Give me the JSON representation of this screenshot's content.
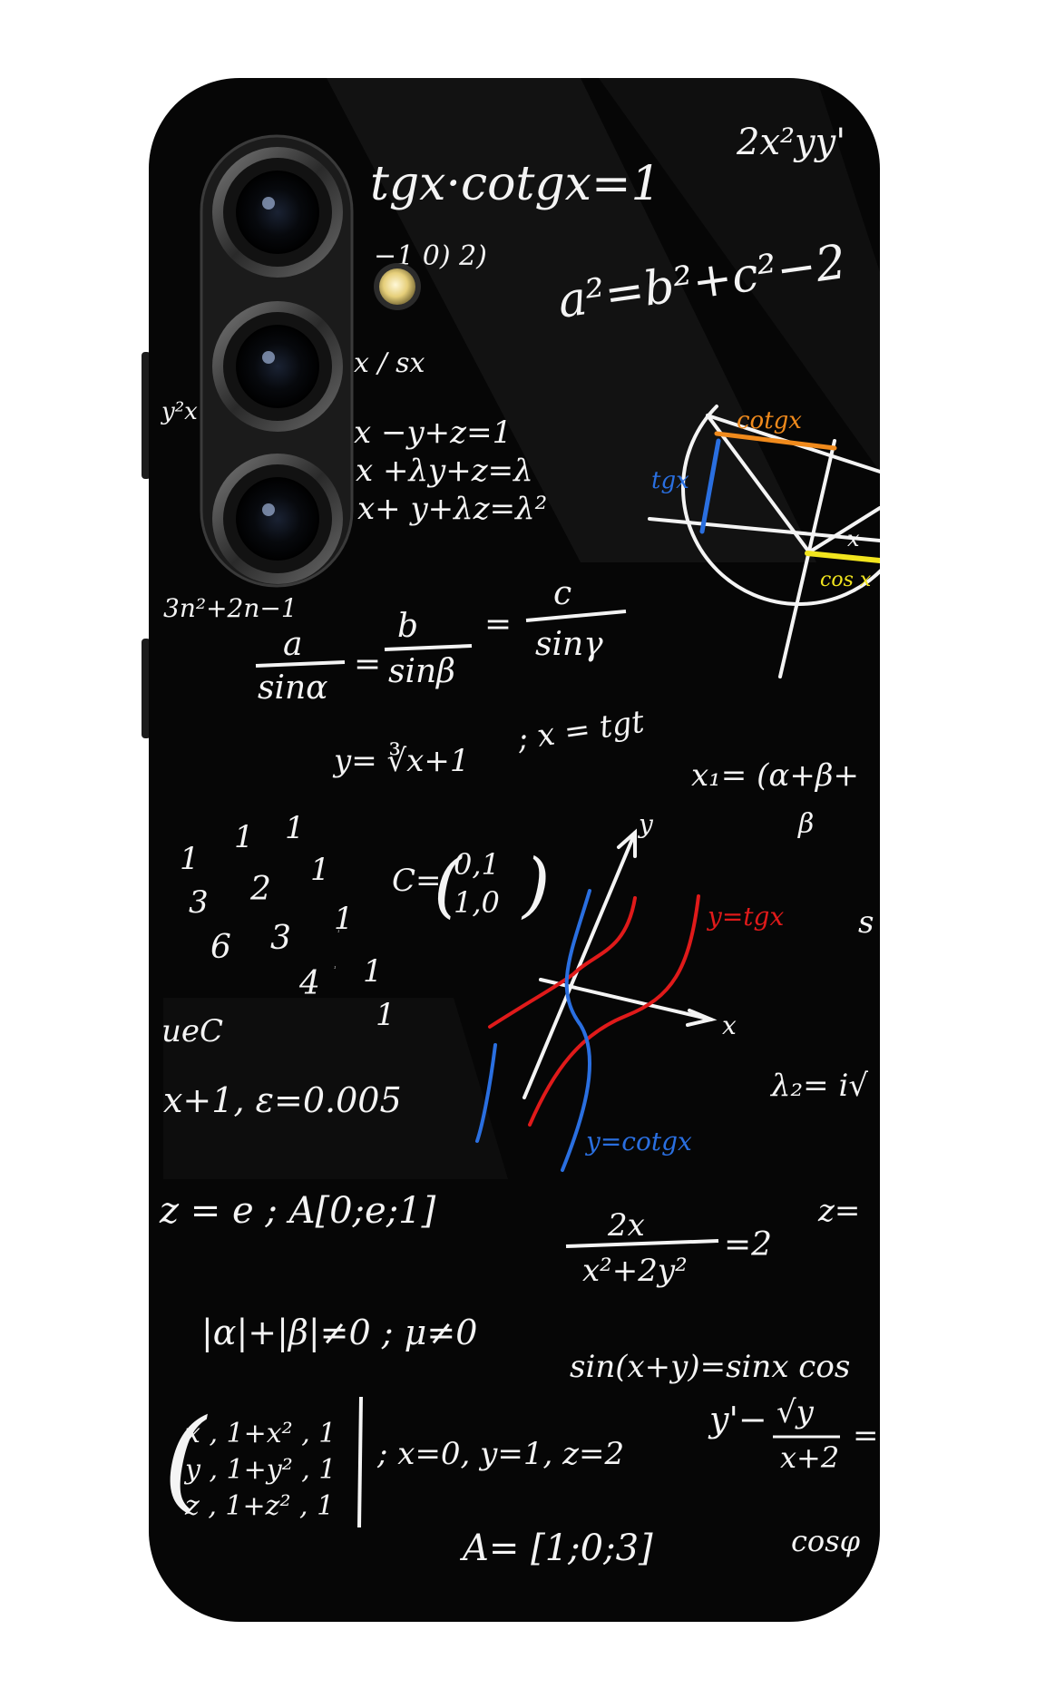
{
  "colors": {
    "background": "#ffffff",
    "case": "#060606",
    "chalk": "#f4f4f4",
    "blue": "#2a6fe0",
    "red": "#e01a1a",
    "orange": "#f08a1c",
    "yellow": "#f2e51e"
  },
  "formulas": {
    "tg_cotg": "tgx·cotgx=1",
    "top_right": "2x²yy'",
    "pythag": "a²=b²+c²−2",
    "matrix_frag": "−1 0)  2)",
    "frac_frag": "x / sx",
    "frag_y2x": "y²x",
    "sys1": "x −y+z=1",
    "sys2": "x +λy+z=λ",
    "sys3": "x+ y+λz=λ²",
    "sn_frag": "3n²+2n−1",
    "circle_cotg": "cotgx",
    "circle_tgx": "tgx",
    "circle_x": "x",
    "circle_cos": "cos x",
    "sine_a": "a",
    "sine_sina": "sinα",
    "sine_b": "b",
    "sine_sinb": "sinβ",
    "sine_c": "c",
    "sine_sing": "sinγ",
    "cube_root": "y= ∛x+1",
    "x_tgt": "; x = tgt",
    "x1_frag": "x₁= (α+β+",
    "beta_frag": "β",
    "c_matrix_label": "C=",
    "c_matrix_row1": "0,1",
    "c_matrix_row2": "1,0",
    "graph_y": "y",
    "graph_x": "x",
    "graph_tg": "y=tgx",
    "graph_cotg": "y=cotgx",
    "in_c": "ueC",
    "epsilon": "x+1, ε=0.005",
    "lambda2": "λ₂= i√",
    "z_eq_e": "z = e ; A[0;e;1]",
    "frac_num": "2x",
    "frac_den": "x²+2y²",
    "frac_rhs": "=2",
    "z_eq_frag": "z=",
    "alpha_beta": "|α|+|β|≠0 ; μ≠0",
    "sin_sum": "sin(x+y)=sinx cos",
    "y_prime": "y'−",
    "y_prime_num": "√y",
    "y_prime_den": "x+2",
    "y_prime_eq": "=",
    "matrix3_r1": "x , 1+x² , 1",
    "matrix3_r2": "y , 1+y² , 1",
    "matrix3_r3": "z , 1+z² , 1",
    "xyz_vals": "; x=0, y=1, z=2",
    "a_vec": "A= [1;0;3]",
    "cos_phi": "cosφ",
    "s_frag": "s"
  },
  "numbers_cluster": [
    "1",
    "1",
    "1",
    "1",
    "2",
    "1",
    "3",
    "1",
    "6",
    "3",
    "1",
    "4",
    "1",
    "1"
  ]
}
